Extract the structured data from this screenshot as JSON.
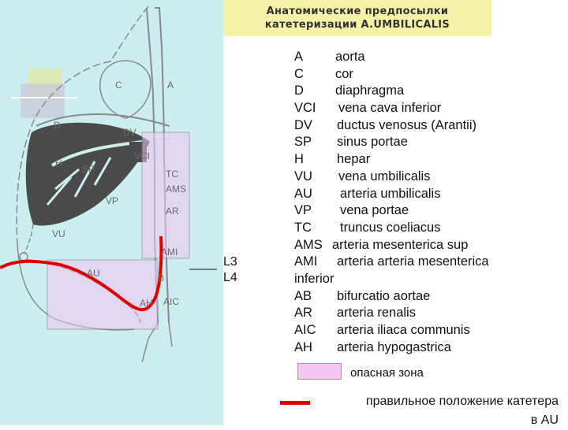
{
  "title": {
    "line1": "Анатомические предпосылки",
    "line2": "катетеризации   A.UMBILICALIS"
  },
  "diagram_labels": {
    "c": "C",
    "a": "A",
    "d": "D",
    "dv": "DV",
    "h": "H",
    "vci": "VCI",
    "sp": "SP",
    "tc": "TC",
    "ams": "AMS",
    "vp": "VP",
    "ar": "AR",
    "vu": "VU",
    "ami": "AMI",
    "au": "AU",
    "b": "B",
    "ah": "AH",
    "aic": "AIC"
  },
  "levels": {
    "l3": "L3",
    "l4": "L4"
  },
  "legend": [
    {
      "abbr": "A",
      "term": "aorta"
    },
    {
      "abbr": "C",
      "term": "cor"
    },
    {
      "abbr": "D",
      "term": "diaphragma"
    },
    {
      "abbr": "VCI",
      "term": "vena cava inferior"
    },
    {
      "abbr": "DV",
      "term": "ductus venosus (Arantii)"
    },
    {
      "abbr": "SP",
      "term": "sinus portae"
    },
    {
      "abbr": "H",
      "term": "hepar"
    },
    {
      "abbr": "VU",
      "term": "vena umbilicalis"
    },
    {
      "abbr": "AU",
      "term": "arteria umbilicalis"
    },
    {
      "abbr": "VP",
      "term": "vena portae"
    },
    {
      "abbr": "TC",
      "term": "truncus coeliacus"
    },
    {
      "abbr": "AMS",
      "term": "arteria mesenterica sup"
    },
    {
      "abbr": "AMI",
      "term": "arteria arteria mesenterica",
      "wrap": "inferior"
    },
    {
      "abbr": "AB",
      "term": "bifurcatio aortae"
    },
    {
      "abbr": "AR",
      "term": "arteria renalis"
    },
    {
      "abbr": "AIC",
      "term": "arteria iliaca communis"
    },
    {
      "abbr": "AH",
      "term": "arteria hypogastrica"
    }
  ],
  "key": {
    "danger_zone": "опасная зона",
    "catheter_position_line1": "правильное положение катетера",
    "catheter_position_line2": "в AU"
  },
  "colors": {
    "background_panel": "#cdeeef",
    "title_box": "#f4f2a6",
    "danger_zone": "#f4c6f4",
    "catheter": "#e00000",
    "organ": "#4a4a4a"
  }
}
